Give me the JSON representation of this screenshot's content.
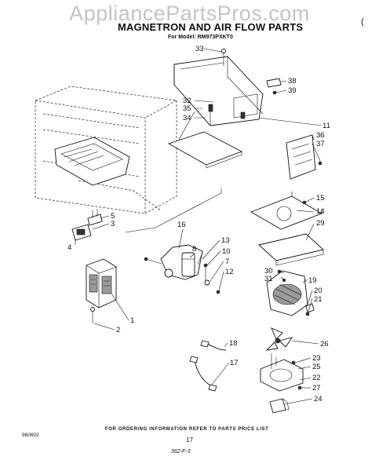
{
  "watermark": "AppliancePartsPros.com",
  "title": "MAGNETRON AND AIR FLOW PARTS",
  "model_line": "For Model: RM973PXKT0",
  "corner_mark": "(",
  "footer": {
    "order_note": "FOR ORDERING INFORMATION REFER TO PARTS PRICE LIST",
    "page_number": "17",
    "doc_code": "980602",
    "hand_code": "362-F-3"
  },
  "callouts": {
    "c1": "1",
    "c2": "2",
    "c3": "3",
    "c4": "4",
    "c5": "5",
    "c7": "7",
    "c8": "8",
    "c10": "10",
    "c11": "11",
    "c12": "12",
    "c13": "13",
    "c14": "14",
    "c15": "15",
    "c16": "16",
    "c17": "17",
    "c18": "18",
    "c19": "19",
    "c20": "20",
    "c21": "21",
    "c22": "22",
    "c23": "23",
    "c24": "24",
    "c25": "25",
    "c26": "26",
    "c27": "27",
    "c29": "29",
    "c30": "30",
    "c31": "31",
    "c32": "32",
    "c33": "33",
    "c34": "34",
    "c35": "35",
    "c36": "36",
    "c37": "37",
    "c38": "38",
    "c39": "39"
  }
}
